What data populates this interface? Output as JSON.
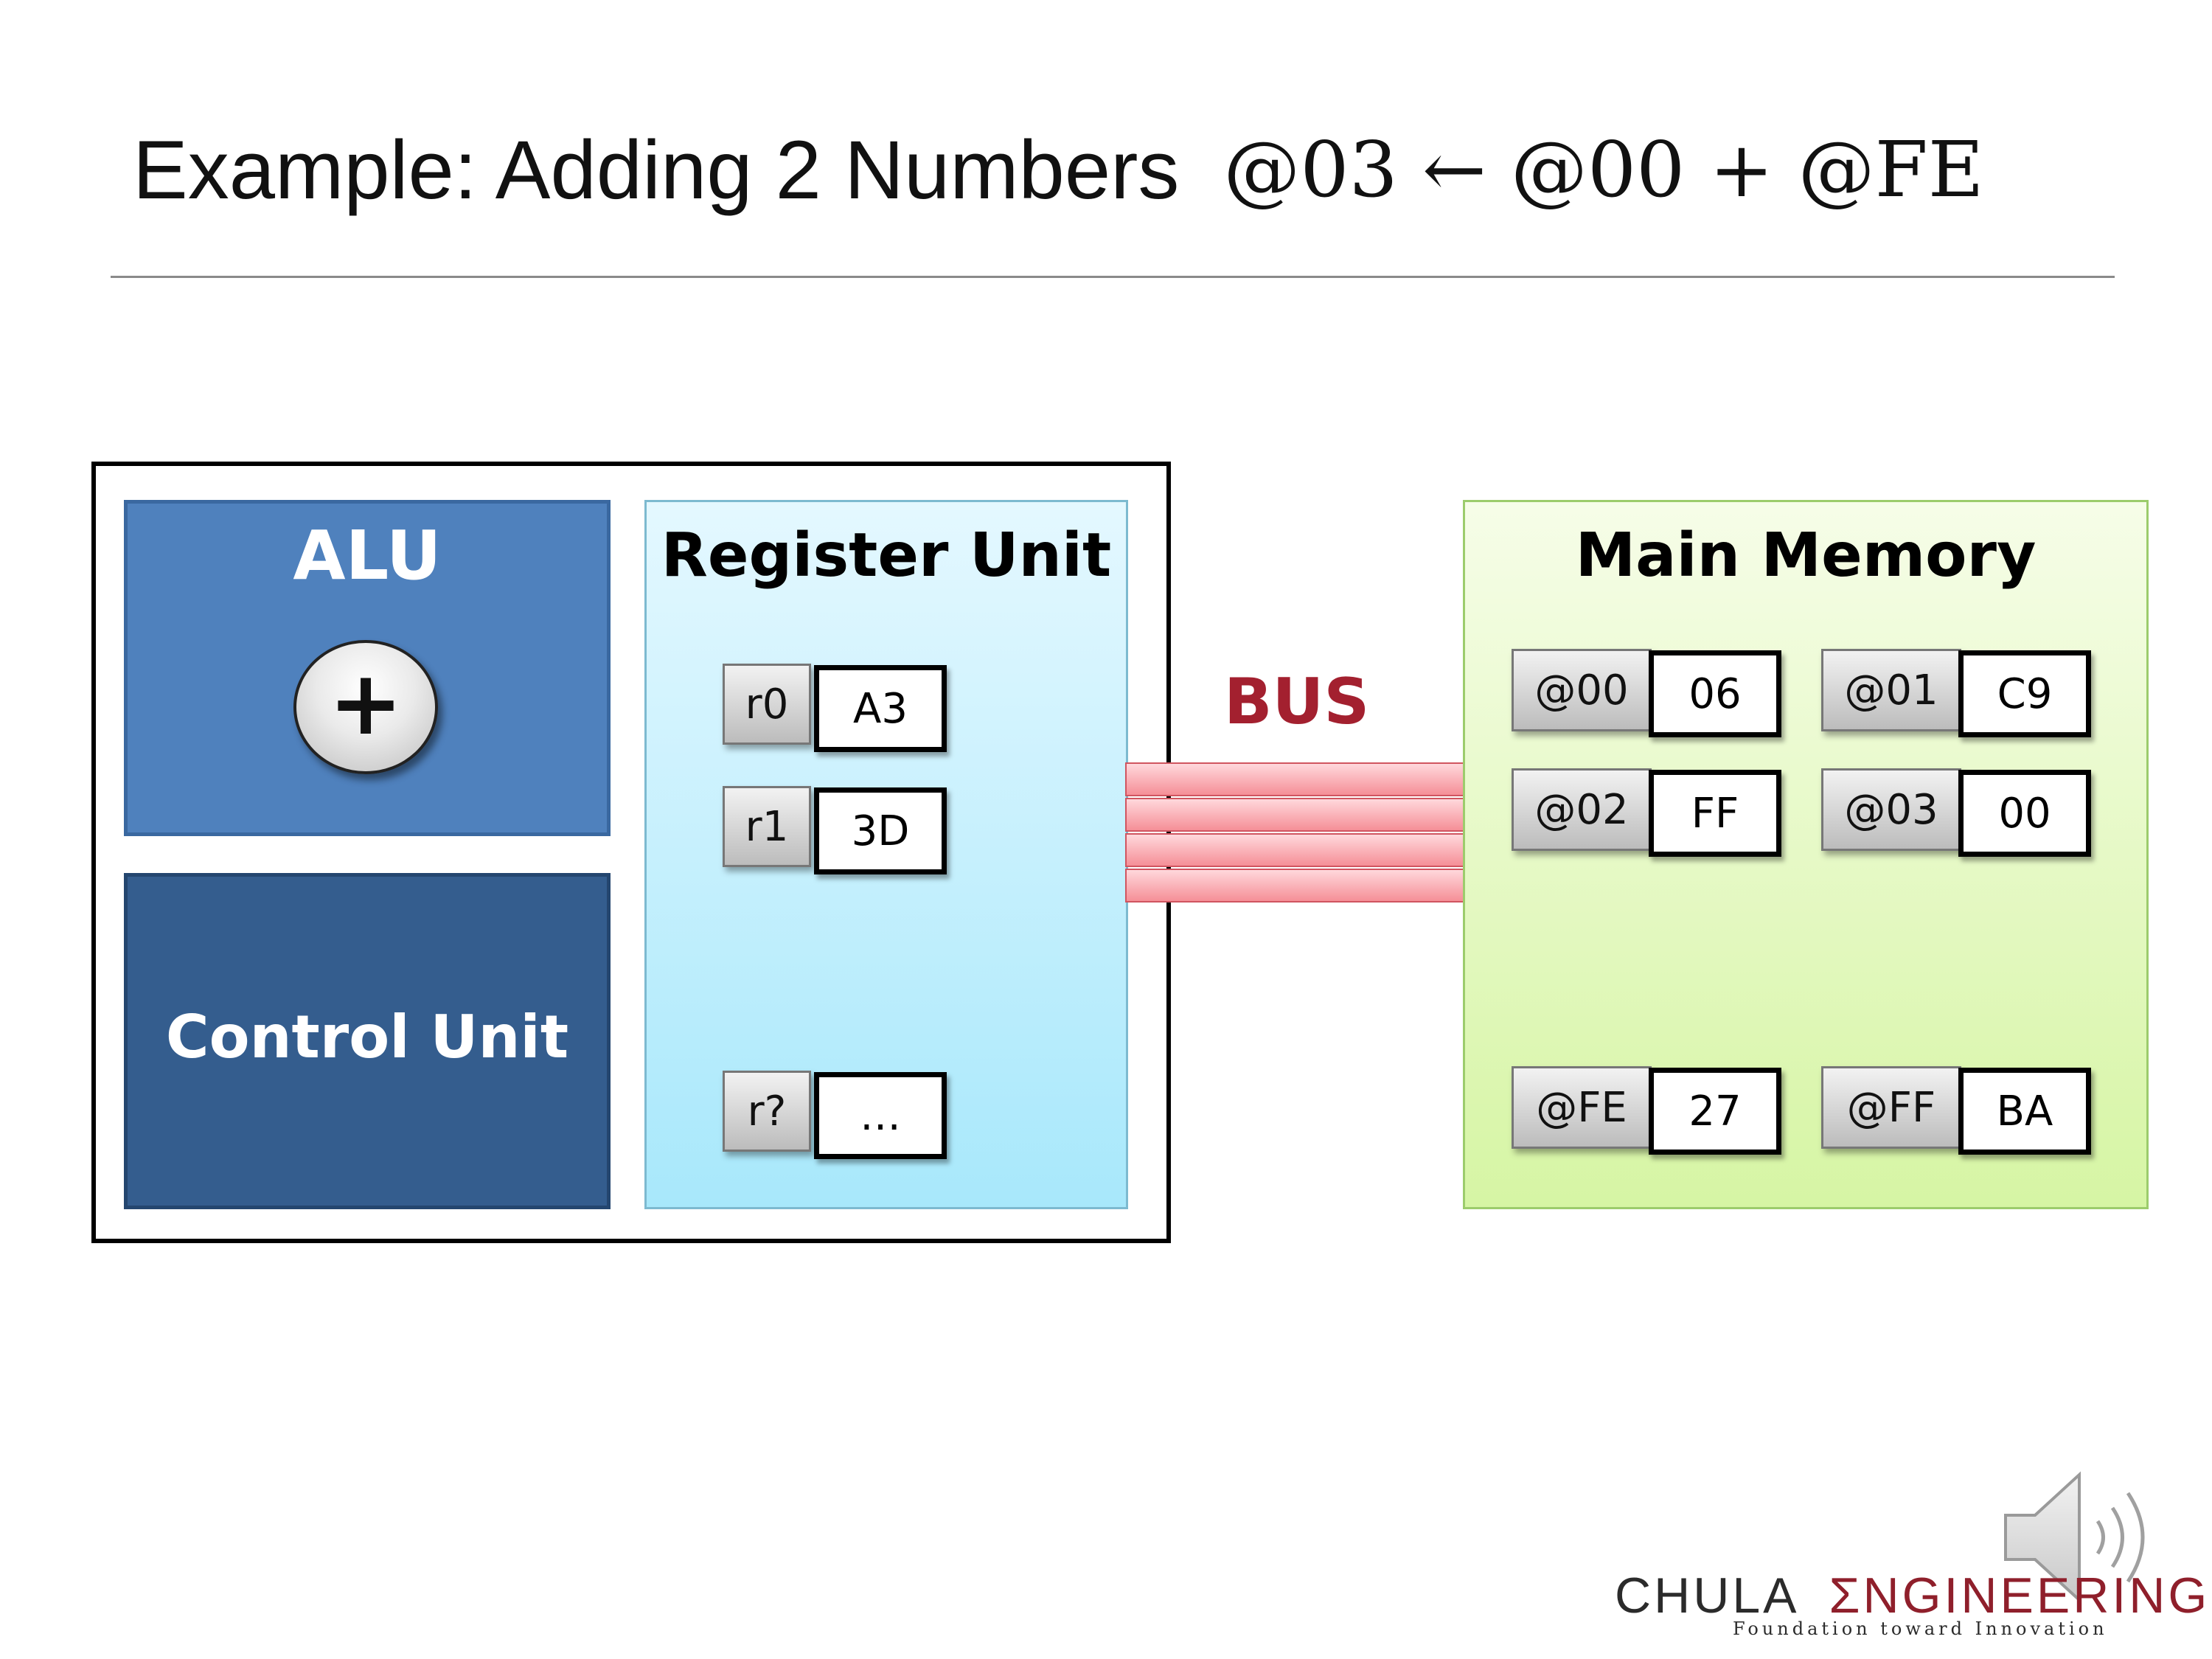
{
  "slide": {
    "title_text": "Example: Adding 2 Numbers",
    "title_equation": "@03 ← @00 + @FE"
  },
  "cpu": {
    "alu": {
      "label": "ALU",
      "operator": "+"
    },
    "control_unit": {
      "label": "Control Unit"
    },
    "register_unit": {
      "label": "Register Unit",
      "registers": [
        {
          "name": "r0",
          "value": "A3"
        },
        {
          "name": "r1",
          "value": "3D"
        },
        {
          "name": "r?",
          "value": "…"
        }
      ]
    }
  },
  "bus": {
    "label": "BUS",
    "line_count": 4
  },
  "memory": {
    "label": "Main Memory",
    "cells": [
      {
        "address": "@00",
        "value": "06"
      },
      {
        "address": "@01",
        "value": "C9"
      },
      {
        "address": "@02",
        "value": "FF"
      },
      {
        "address": "@03",
        "value": "00"
      },
      {
        "address": "@FE",
        "value": "27"
      },
      {
        "address": "@FF",
        "value": "BA"
      }
    ]
  },
  "logo": {
    "part1": "CHULA",
    "part2": "ΣNGINEERING",
    "tagline": "Foundation toward Innovation"
  },
  "icons": {
    "audio": "speaker-icon"
  },
  "colors": {
    "alu": "#4f81bd",
    "control_unit": "#345d8e",
    "register_unit": "#a8e8fb",
    "memory": "#d6f5a4",
    "bus": "#f58f97",
    "bus_label": "#a3202f",
    "logo_accent": "#8f1f2b"
  }
}
